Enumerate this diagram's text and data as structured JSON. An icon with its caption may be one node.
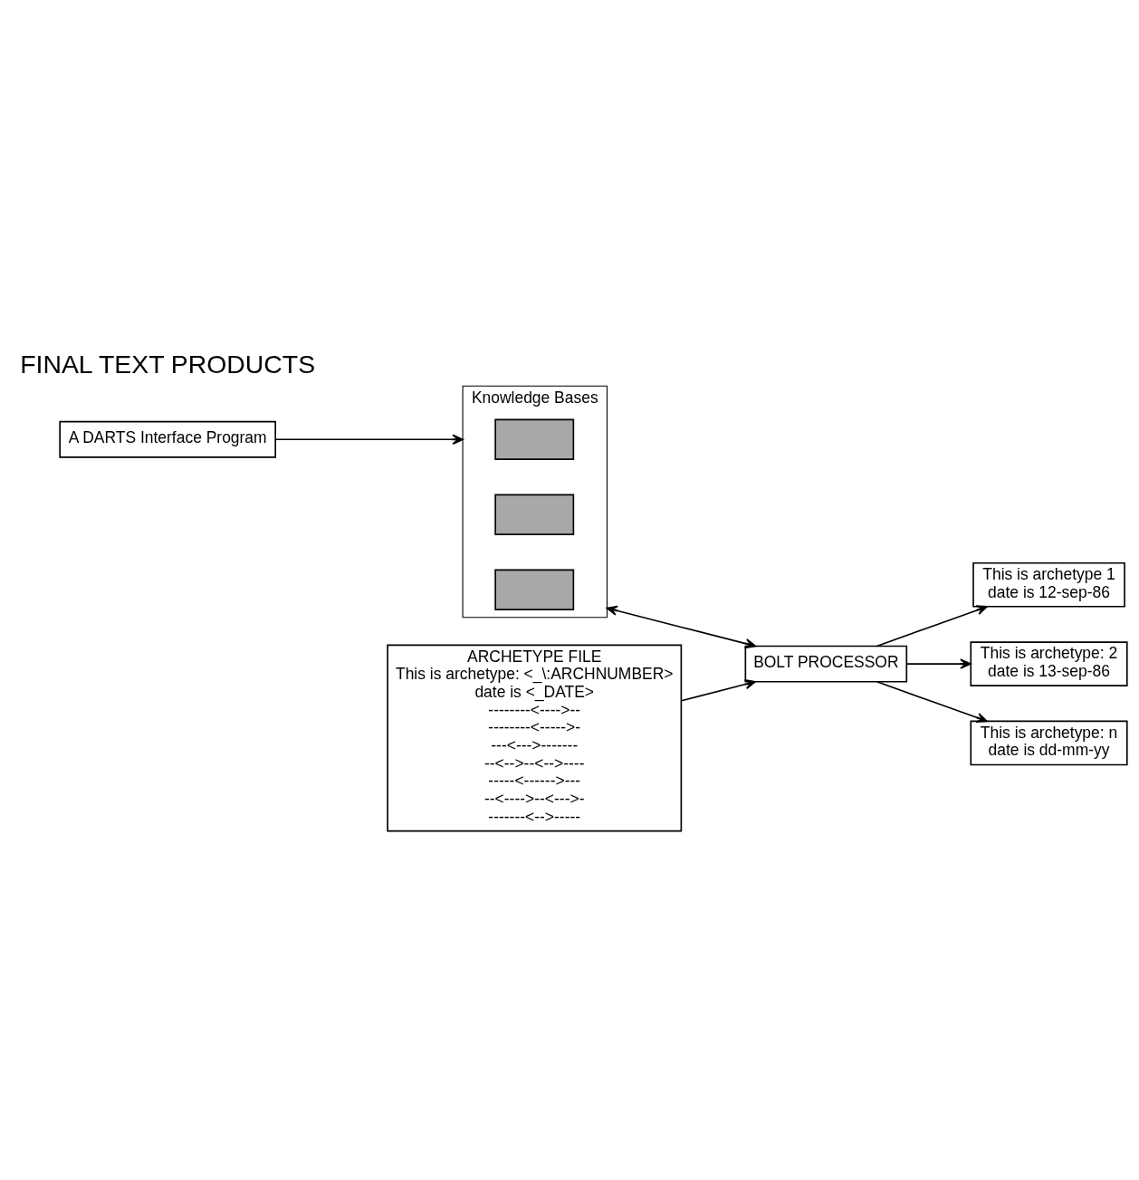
{
  "diagram": {
    "nodes": [
      {
        "text": [
          "A DARTS Interface Program"
        ]
      },
      {
        "text": [
          "Knowledge Bases"
        ]
      },
      {
        "text": [],
        "shape": "box",
        "in": 1
      },
      {
        "text": [],
        "shape": "box",
        "in": 1
      },
      {
        "text": [],
        "shape": "box",
        "in": 1
      },
      {
        "text": [
          "BOLT PROCESSOR"
        ]
      },
      {
        "text": [
          "ARCHETYPE FILE",
          "This is archetype: <_\\:ARCHNUMBER>",
          "date is <_DATE>",
          "--------<---->--",
          "--------<----->-",
          "---<--->-------",
          "--<-->--<-->----",
          "-----<------>---",
          "--<---->--<--->-",
          "-------<-->-----"
        ]
      },
      {
        "text": [
          "This is archetype 1",
          "date is 12-sep-86"
        ]
      },
      {
        "text": [
          "This is archetype: 2",
          "date is 13-sep-86"
        ]
      },
      {
        "text": [
          "This is archetype: n",
          "date is dd-mm-yy"
        ]
      }
    ],
    "edges": [
      {
        "from": 0,
        "to": 1,
        "arrow": "to"
      },
      {
        "from": 1,
        "to": 5,
        "arrow": "both"
      },
      {
        "from": 6,
        "to": 5,
        "arrow": "to"
      },
      {
        "from": 5,
        "to": 7,
        "arrow": "to"
      },
      {
        "from": 5,
        "to": 8,
        "arrow": "to"
      },
      {
        "from": 5,
        "to": 9,
        "arrow": "to"
      }
    ],
    "labels": [
      "FINAL TEXT PRODUCTS"
    ]
  }
}
